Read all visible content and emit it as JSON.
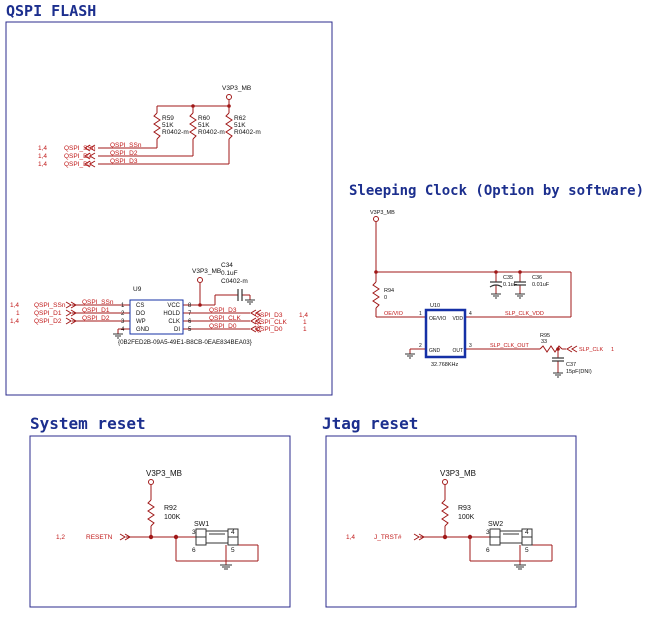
{
  "colors": {
    "title": "#1c2f8e",
    "frame": "#2b2b8c",
    "wire": "#a01818",
    "text": "#111111",
    "chip": "#1530a6",
    "ground": "#333333",
    "net": "#c01818"
  },
  "sections": {
    "qspi": "QSPI FLASH",
    "sleep": "Sleeping Clock (Option by software)",
    "reset": "System reset",
    "jtag": "Jtag reset"
  },
  "qspi": {
    "power": "V3P3_MB",
    "resistors": [
      {
        "ref": "R59",
        "value": "51K",
        "pkg": "R0402-m"
      },
      {
        "ref": "R60",
        "value": "51K",
        "pkg": "R0402-m"
      },
      {
        "ref": "R62",
        "value": "51K",
        "pkg": "R0402-m"
      }
    ],
    "pullup_nets": [
      {
        "page": "1,4",
        "port": "QSPI_SSn",
        "wire": "QSPI_SSn"
      },
      {
        "page": "1,4",
        "port": "QSPI_D2",
        "wire": "QSPI_D2"
      },
      {
        "page": "1,4",
        "port": "QSPI_D3",
        "wire": "QSPI_D3"
      }
    ],
    "cap": {
      "ref": "C34",
      "value": "0.1uF",
      "pkg": "C0402-m",
      "power": "V3P3_MB"
    },
    "chip": {
      "ref": "U9",
      "guid": "{0B2FED2B-09A5-49E1-B8CB-0EAE834BEA03}",
      "left_pins": [
        {
          "num": "1",
          "name": "CS"
        },
        {
          "num": "2",
          "name": "DO"
        },
        {
          "num": "3",
          "name": "WP"
        },
        {
          "num": "4",
          "name": "GND"
        }
      ],
      "right_pins": [
        {
          "num": "8",
          "name": "VCC"
        },
        {
          "num": "7",
          "name": "HOLD"
        },
        {
          "num": "6",
          "name": "CLK"
        },
        {
          "num": "5",
          "name": "DI"
        }
      ]
    },
    "left_nets": [
      {
        "page": "1,4",
        "port": "QSPI_SSn",
        "wire": "QSPI_SSn"
      },
      {
        "page": "1",
        "port": "QSPI_D1",
        "wire": "QSPI_D1"
      },
      {
        "page": "1,4",
        "port": "QSPI_D2",
        "wire": "QSPI_D2"
      }
    ],
    "right_nets": [
      {
        "page": "1,4",
        "port": "QSPI_D3",
        "wire": "QSPI_D3"
      },
      {
        "page": "1",
        "port": "QSPI_CLK",
        "wire": "QSPI_CLK"
      },
      {
        "page": "1",
        "port": "QSPI_D0",
        "wire": "QSPI_D0"
      }
    ]
  },
  "sleep": {
    "power": "V3P3_MB",
    "r94": {
      "ref": "R94",
      "value": "0"
    },
    "c35": {
      "ref": "C35",
      "value": "0.1uF"
    },
    "c36": {
      "ref": "C36",
      "value": "0.01uF"
    },
    "u10": {
      "ref": "U10",
      "freq": "32.768KHz",
      "pins": [
        "OE/VIO",
        "VDD",
        "GND",
        "OUT"
      ],
      "nums": [
        "1",
        "4",
        "2",
        "3"
      ]
    },
    "nets": {
      "oe": "OE/VIO",
      "vdd": "SLP_CLK_VDD",
      "out": "SLP_CLK_OUT"
    },
    "r95": {
      "ref": "R95",
      "value": "33"
    },
    "c37": {
      "ref": "C37",
      "value": "15pF(DNI)"
    },
    "port": {
      "name": "SLP_CLK",
      "page": "1"
    }
  },
  "reset": {
    "power": "V3P3_MB",
    "res": {
      "ref": "R92",
      "value": "100K"
    },
    "sw": {
      "ref": "SW1",
      "pins": [
        "3",
        "4",
        "6",
        "5"
      ]
    },
    "net": {
      "page": "1,2",
      "name": "RESETN"
    }
  },
  "jtag": {
    "power": "V3P3_MB",
    "res": {
      "ref": "R93",
      "value": "100K"
    },
    "sw": {
      "ref": "SW2",
      "pins": [
        "3",
        "4",
        "6",
        "5"
      ]
    },
    "net": {
      "page": "1,4",
      "name": "J_TRST#"
    }
  }
}
